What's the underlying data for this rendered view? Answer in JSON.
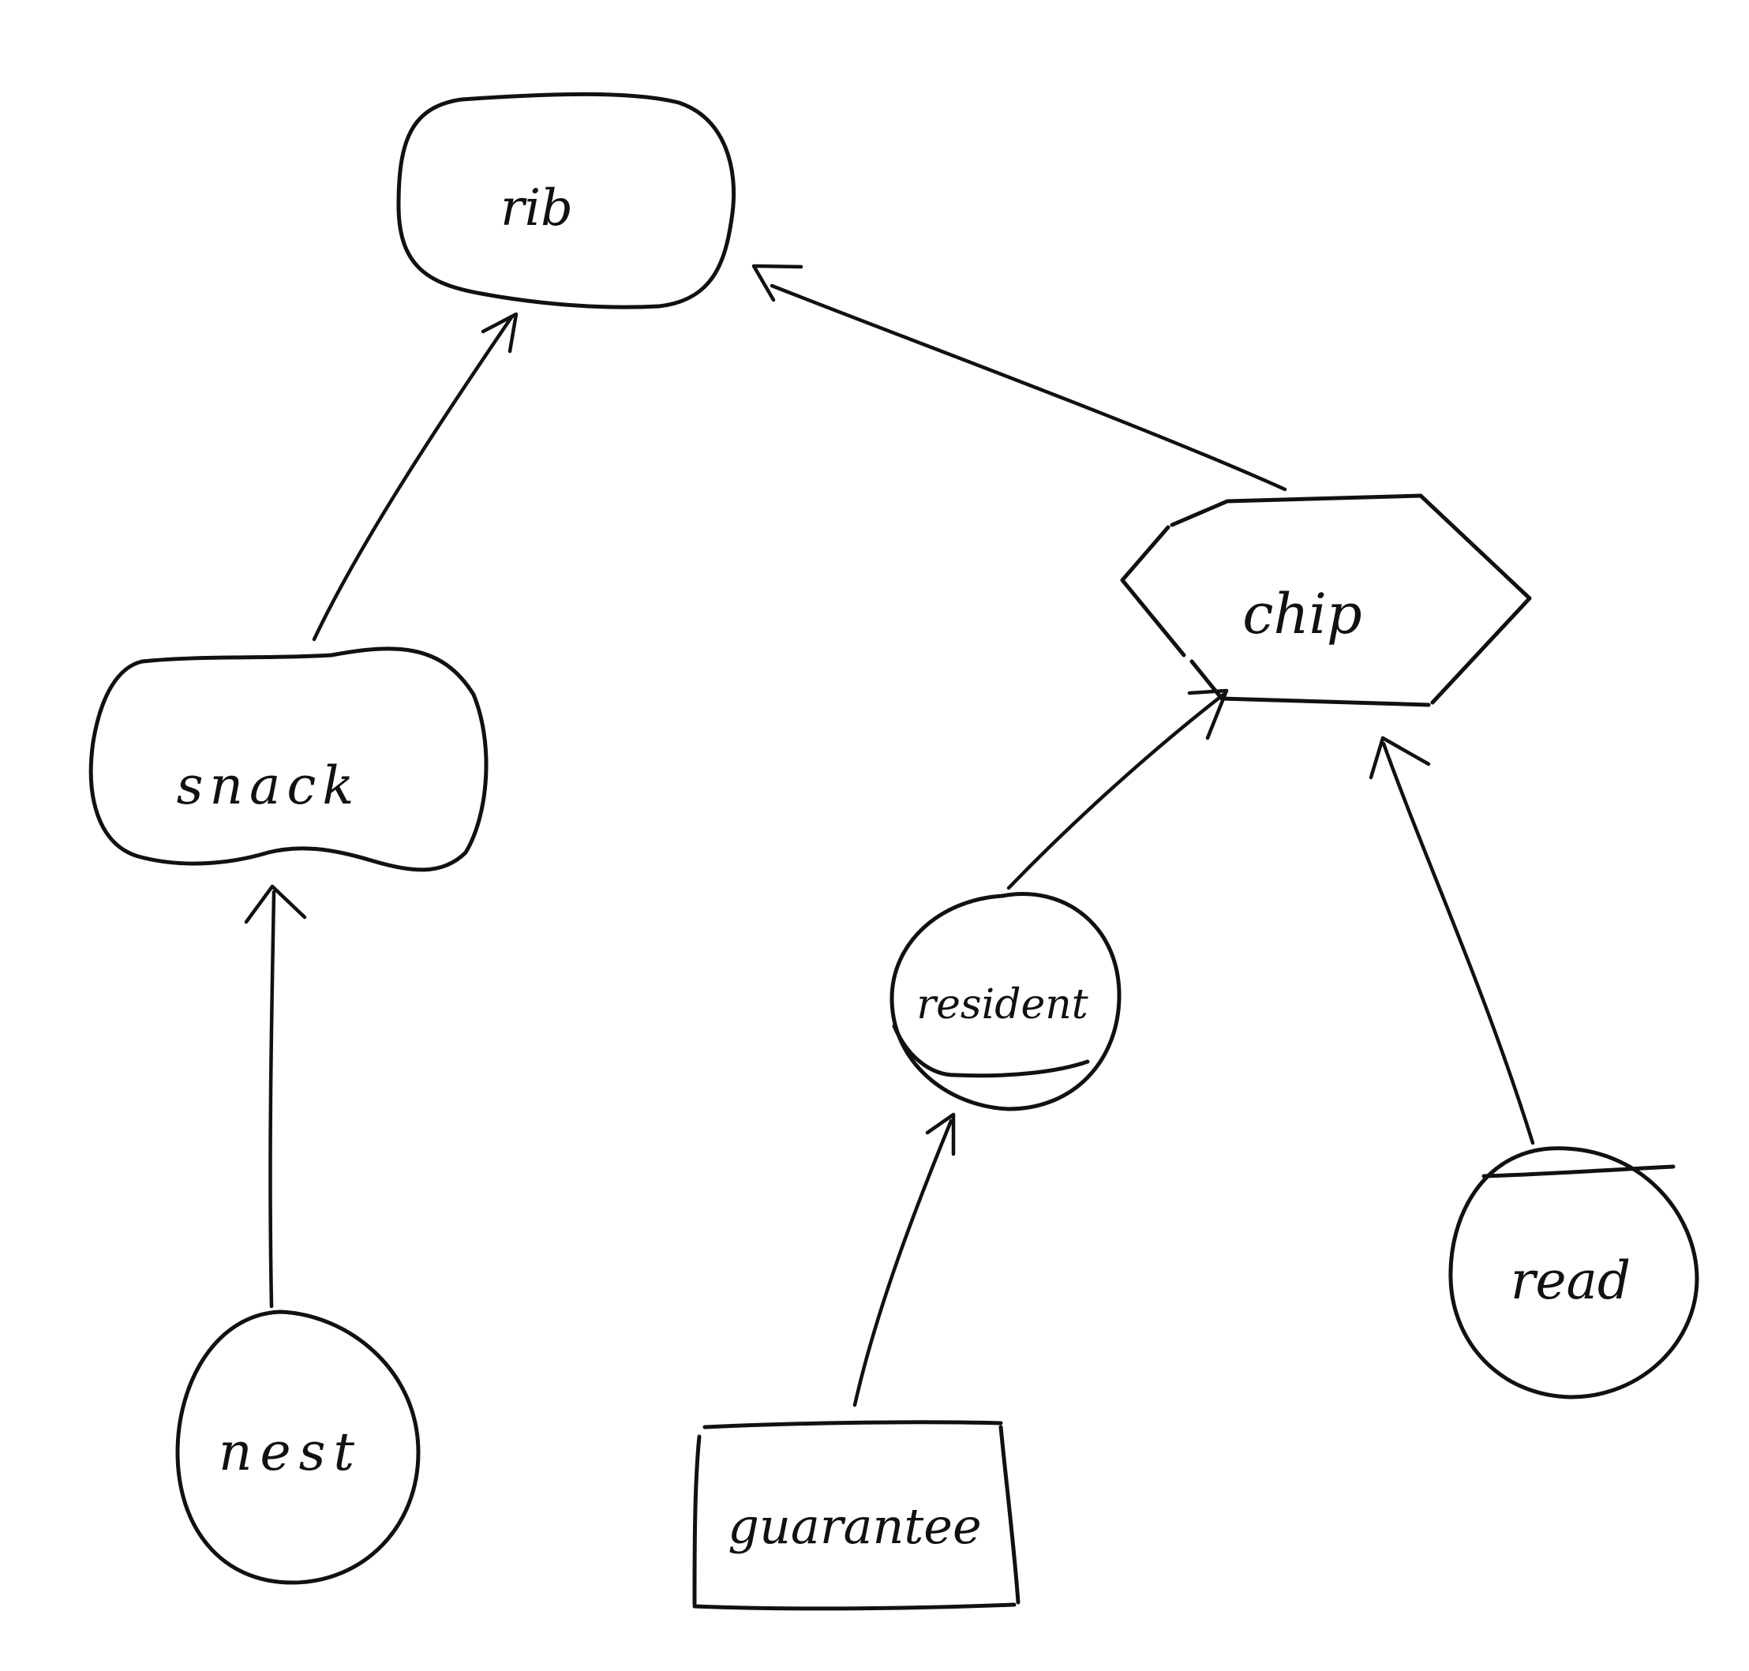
{
  "nodes": [
    {
      "id": "rib",
      "label": "rib",
      "shape": "rounded-rect"
    },
    {
      "id": "snack",
      "label": "snack",
      "shape": "blob"
    },
    {
      "id": "chip",
      "label": "chip",
      "shape": "hexagon"
    },
    {
      "id": "resident",
      "label": "resident",
      "shape": "circle-with-bottom-chord"
    },
    {
      "id": "read",
      "label": "read",
      "shape": "circle-with-top-chord"
    },
    {
      "id": "nest",
      "label": "nest",
      "shape": "circle"
    },
    {
      "id": "guarantee",
      "label": "guarantee",
      "shape": "rectangle"
    }
  ],
  "edges": [
    {
      "from": "snack",
      "to": "rib"
    },
    {
      "from": "chip",
      "to": "rib"
    },
    {
      "from": "nest",
      "to": "snack"
    },
    {
      "from": "resident",
      "to": "chip"
    },
    {
      "from": "read",
      "to": "chip"
    },
    {
      "from": "guarantee",
      "to": "resident"
    }
  ],
  "colors": {
    "ink": "#111111",
    "background": "#ffffff"
  }
}
